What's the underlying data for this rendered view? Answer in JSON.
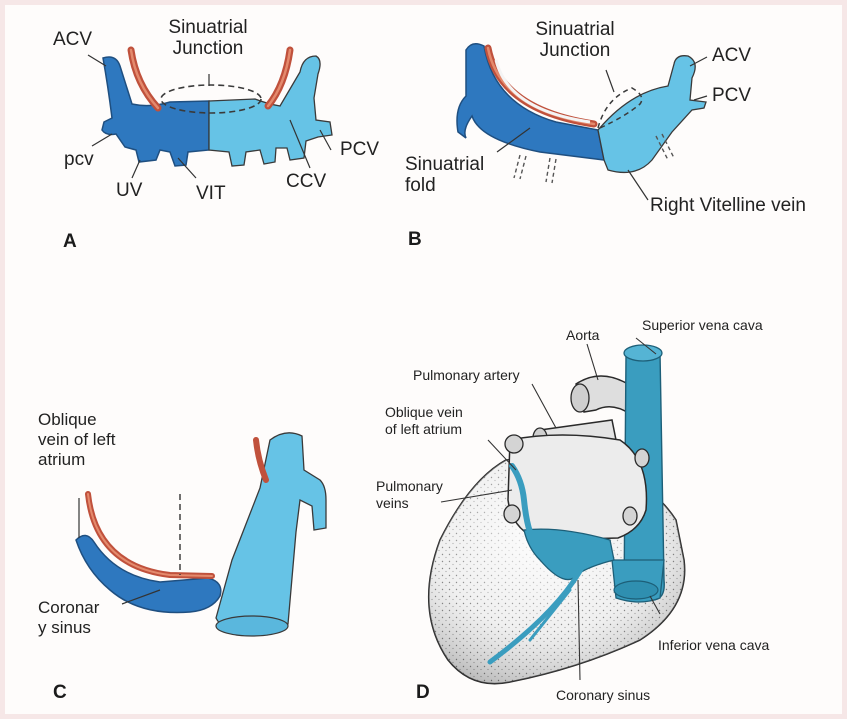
{
  "panels": {
    "a": {
      "letter": "A",
      "labels": {
        "acv": "ACV",
        "sinuatrial_junction": "Sinuatrial\nJunction",
        "pcv_lower": "pcv",
        "uv": "UV",
        "vit": "VIT",
        "ccv": "CCV",
        "pcv_upper": "PCV"
      }
    },
    "b": {
      "letter": "B",
      "labels": {
        "sinuatrial_junction": "Sinuatrial\nJunction",
        "acv": "ACV",
        "pcv": "PCV",
        "sinuatrial_fold": "Sinuatrial\nfold",
        "right_vitelline_vein": "Right Vitelline vein"
      }
    },
    "c": {
      "letter": "C",
      "labels": {
        "oblique_vein": "Oblique\nvein of left\natrium",
        "coronary_sinus": "Coronar\ny sinus"
      }
    },
    "d": {
      "letter": "D",
      "labels": {
        "superior_vena_cava": "Superior vena cava",
        "aorta": "Aorta",
        "pulmonary_artery": "Pulmonary artery",
        "oblique_vein": "Oblique vein\nof left atrium",
        "pulmonary_veins": "Pulmonary\nveins",
        "inferior_vena_cava": "Inferior vena cava",
        "coronary_sinus": "Coronary sinus"
      }
    }
  },
  "colors": {
    "dark_blue": "#2e78bf",
    "light_blue": "#66c3e6",
    "vessel_blue": "#3a9dbf",
    "artery_red": "#c0513c",
    "heart_fill": "#e6e6e6",
    "outline": "#3a3a3a"
  }
}
